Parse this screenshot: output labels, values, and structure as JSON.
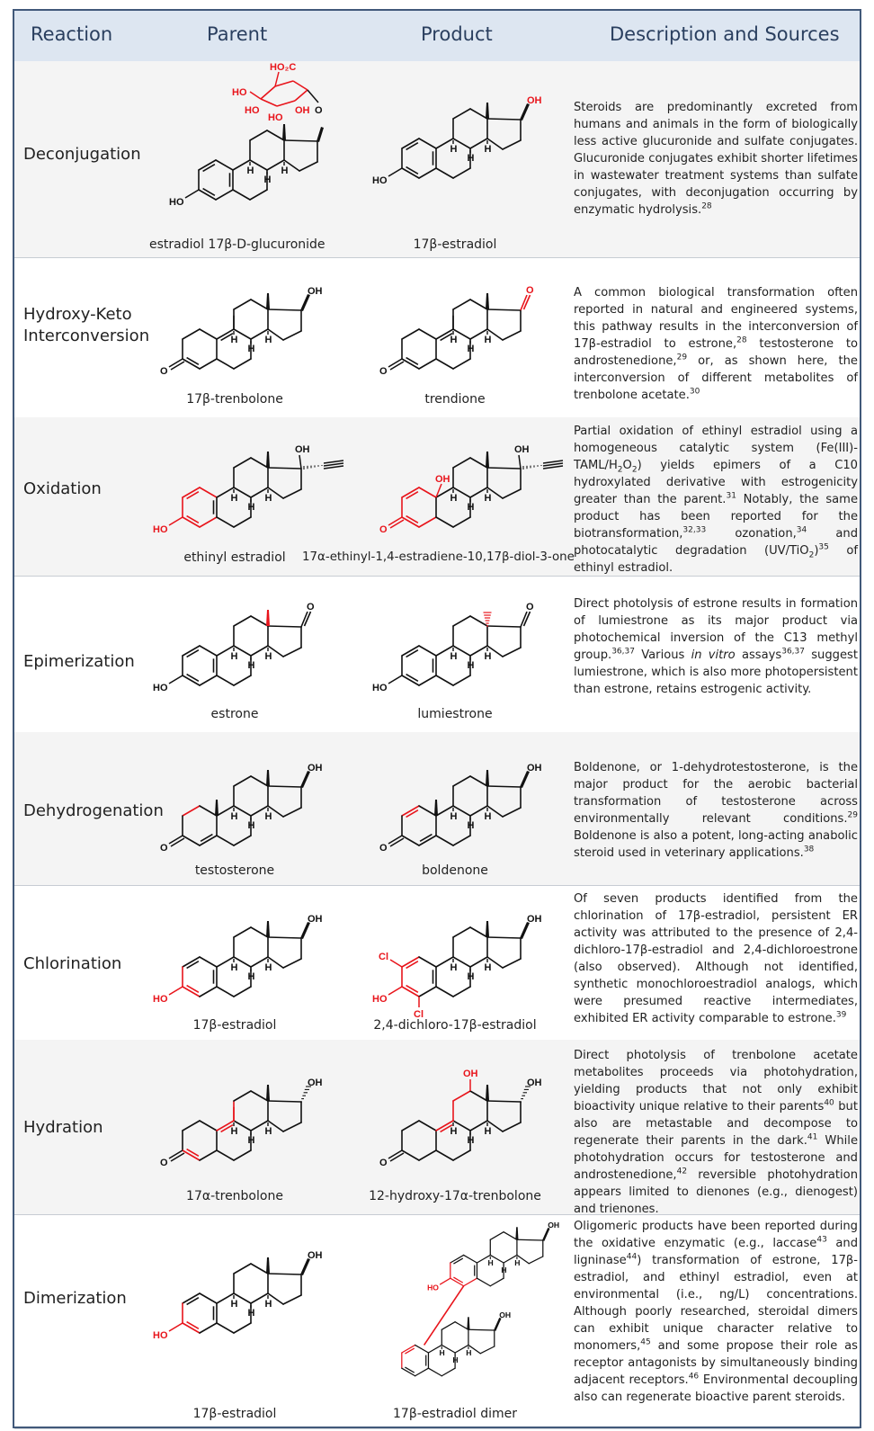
{
  "header": {
    "reaction": "Reaction",
    "parent": "Parent",
    "product": "Product",
    "description": "Description and Sources"
  },
  "rows": [
    {
      "reaction": "Deconjugation",
      "parent": "estradiol 17β-D-glucuronide",
      "product": "17β-estradiol",
      "description": [
        "Steroids are predominantly excreted from humans and animals in the form of biologically less active glucuronide and sulfate conjugates. Glucuronide conjugates exhibit shorter lifetimes in wastewater treatment systems than sulfate conjugates, with deconjugation occurring by enzymatic hydrolysis.",
        "28",
        ""
      ]
    },
    {
      "reaction": "Hydroxy-Keto Interconversion",
      "reaction_line1": "Hydroxy-Keto",
      "reaction_line2": "Interconversion",
      "parent": "17β-trenbolone",
      "product": "trendione",
      "description": [
        "A common biological transformation often reported in natural and engineered systems, this pathway results in the interconversion of 17β-estradiol to estrone,",
        "28",
        " testosterone to androstenedione,",
        "29",
        " or, as shown here, the interconversion of different metabolites of trenbolone acetate.",
        "30",
        ""
      ]
    },
    {
      "reaction": "Oxidation",
      "parent": "ethinyl estradiol",
      "product": "17α-ethinyl-1,4-estradiene-10,17β-diol-3-one",
      "description": [
        "Partial oxidation of ethinyl estradiol using a homogeneous catalytic system (Fe(III)-TAML/H",
        "2",
        "O",
        "2",
        ") yields epimers of a C10 hydroxylated derivative with estrogenicity greater than the parent.",
        "31",
        " Notably, the same product has been reported for the biotransformation,",
        "32,33",
        " ozonation,",
        "34",
        " and photocatalytic degradation (UV/TiO",
        "2",
        ")",
        "35",
        " of ethinyl estradiol."
      ]
    },
    {
      "reaction": "Epimerization",
      "parent": "estrone",
      "product": "lumiestrone",
      "description": [
        "Direct photolysis of estrone results in formation of lumiestrone as its major product via photochemical inversion of the C13 methyl group.",
        "36,37",
        " Various ",
        "in vitro",
        " assays",
        "36,37",
        " suggest lumiestrone, which is also more photopersistent than estrone, retains estrogenic activity."
      ]
    },
    {
      "reaction": "Dehydrogenation",
      "parent": "testosterone",
      "product": "boldenone",
      "description": [
        "Boldenone, or 1-dehydrotestosterone, is the major product for the aerobic bacterial transformation of testosterone across environmentally relevant conditions.",
        "29",
        " Boldenone is also a potent, long-acting anabolic steroid used in veterinary applications.",
        "38",
        ""
      ]
    },
    {
      "reaction": "Chlorination",
      "parent": "17β-estradiol",
      "product": "2,4-dichloro-17β-estradiol",
      "description": [
        "Of seven products identified from the chlorination of 17β-estradiol, persistent ER activity was attributed to the presence of 2,4-dichloro-17β-estradiol and 2,4-dichloroestrone (also observed). Although not identified, synthetic monochloroestradiol analogs, which were presumed reactive intermediates, exhibited ER activity comparable to estrone.",
        "39",
        ""
      ]
    },
    {
      "reaction": "Hydration",
      "parent": "17α-trenbolone",
      "product": "12-hydroxy-17α-trenbolone",
      "description": [
        "Direct photolysis of trenbolone acetate metabolites proceeds via photohydration, yielding products that not only exhibit bioactivity unique relative to their parents",
        "40",
        " but also are metastable and decompose to regenerate their parents in the dark.",
        "41",
        " While photohydration occurs for testosterone and androstenedione,",
        "42",
        " reversible photohydration appears limited to dienones (e.g., dienogest) and trienones."
      ]
    },
    {
      "reaction": "Dimerization",
      "parent": "17β-estradiol",
      "product": "17β-estradiol dimer",
      "description": [
        "Oligomeric products have been reported during the oxidative enzymatic (e.g., laccase",
        "43",
        " and ligninase",
        "44",
        ") transformation of estrone, 17β-estradiol, and ethinyl estradiol, even at environmental (i.e., ng/L) concentrations. Although poorly researched, steroidal dimers can exhibit unique character relative to monomers,",
        "45",
        " and some propose their role as receptor antagonists by simultaneously binding adjacent receptors.",
        "46",
        " Environmental decoupling also can regenerate bioactive parent steroids."
      ]
    }
  ],
  "atoms": {
    "oh": "OH",
    "ho": "HO",
    "o": "O",
    "h": "H",
    "cl": "Cl",
    "ho2c": "HO₂C"
  },
  "colors": {
    "highlight": "#e8141b",
    "header_bg": "#dde6f1",
    "border": "#41597a",
    "alt_row": "#f4f4f4"
  }
}
